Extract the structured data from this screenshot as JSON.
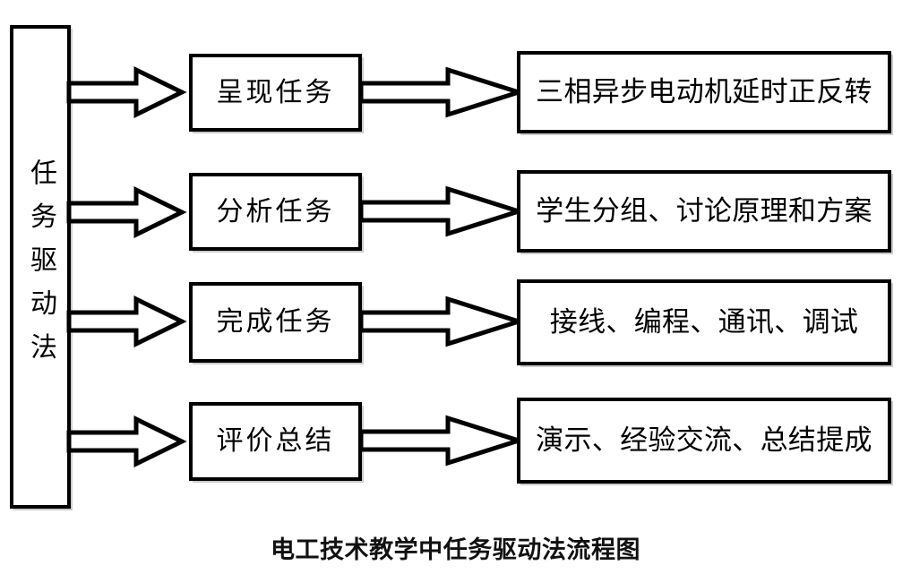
{
  "diagram": {
    "caption": "电工技术教学中任务驱动法流程图",
    "left_box": {
      "label": "任务驱动法",
      "orientation": "vertical"
    },
    "colors": {
      "stroke": "#000000",
      "fill": "#ffffff",
      "text": "#000000",
      "shadow": "#8c8c8c"
    },
    "rows": [
      {
        "stage": "呈现任务",
        "detail": "三相异步电动机延时正反转",
        "arrow_from_left": "block-arrow-right",
        "arrow_to_detail": "block-arrow-right"
      },
      {
        "stage": "分析任务",
        "detail": "学生分组、讨论原理和方案",
        "arrow_from_left": "block-arrow-right",
        "arrow_to_detail": "block-arrow-right"
      },
      {
        "stage": "完成任务",
        "detail": "接线、编程、通讯、调试",
        "arrow_from_left": "block-arrow-right",
        "arrow_to_detail": "block-arrow-right"
      },
      {
        "stage": "评价总结",
        "detail": "演示、经验交流、总结提成",
        "arrow_from_left": "block-arrow-right",
        "arrow_to_detail": "block-arrow-right"
      }
    ]
  }
}
